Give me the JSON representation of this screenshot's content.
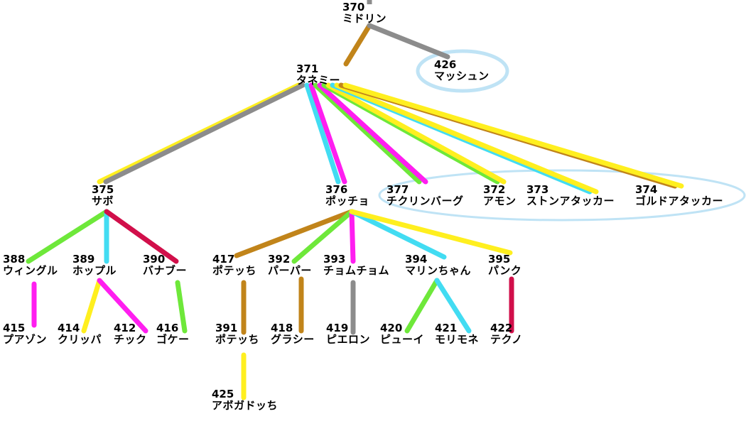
{
  "colors": {
    "yellow": "#ffef1f",
    "gray": "#8c8c8c",
    "brown": "#c1841a",
    "cyan": "#42dcf2",
    "magenta": "#ff1ef0",
    "green": "#6ee83a",
    "crimson": "#d10f4a",
    "ring": "#bfe3f5"
  },
  "nodes": {
    "n370": {
      "num": "370",
      "name": "ミドリン"
    },
    "n371": {
      "num": "371",
      "name": "タネミー"
    },
    "n426": {
      "num": "426",
      "name": "マッシュン"
    },
    "n375": {
      "num": "375",
      "name": "サボ"
    },
    "n376": {
      "num": "376",
      "name": "ポッチョ"
    },
    "n377": {
      "num": "377",
      "name": "チクリンバーグ"
    },
    "n372": {
      "num": "372",
      "name": "アモン"
    },
    "n373": {
      "num": "373",
      "name": "ストンアタッカー"
    },
    "n374": {
      "num": "374",
      "name": "ゴルドアタッカー"
    },
    "n388": {
      "num": "388",
      "name": "ウィングル"
    },
    "n389": {
      "num": "389",
      "name": "ホップル"
    },
    "n390": {
      "num": "390",
      "name": "バナブー"
    },
    "n417": {
      "num": "417",
      "name": "ポテッち"
    },
    "n392": {
      "num": "392",
      "name": "パーパー"
    },
    "n393": {
      "num": "393",
      "name": "チョムチョム"
    },
    "n394": {
      "num": "394",
      "name": "マリンちゃん"
    },
    "n395": {
      "num": "395",
      "name": "パンク"
    },
    "n415": {
      "num": "415",
      "name": "プアゾン"
    },
    "n414": {
      "num": "414",
      "name": "クリッパ"
    },
    "n412": {
      "num": "412",
      "name": "チック"
    },
    "n416": {
      "num": "416",
      "name": "ゴケー"
    },
    "n391": {
      "num": "391",
      "name": "ポテッち"
    },
    "n418": {
      "num": "418",
      "name": "グラシー"
    },
    "n419": {
      "num": "419",
      "name": "ピエロン"
    },
    "n420": {
      "num": "420",
      "name": "ピューイ"
    },
    "n421": {
      "num": "421",
      "name": "モリモネ"
    },
    "n422": {
      "num": "422",
      "name": "テクノ"
    },
    "n425": {
      "num": "425",
      "name": "アボガドッち"
    }
  },
  "edges": [
    {
      "from": "n370",
      "to": "n371",
      "color": "brown"
    },
    {
      "from": "n370",
      "to": "n426",
      "color": "gray"
    },
    {
      "from": "n371",
      "to": "n375",
      "color": "yellow"
    },
    {
      "from": "n371",
      "to": "n375",
      "color": "gray"
    },
    {
      "from": "n371",
      "to": "n376",
      "color": "cyan"
    },
    {
      "from": "n371",
      "to": "n376",
      "color": "magenta"
    },
    {
      "from": "n371",
      "to": "n377",
      "color": "green"
    },
    {
      "from": "n371",
      "to": "n377",
      "color": "magenta"
    },
    {
      "from": "n371",
      "to": "n372",
      "color": "green"
    },
    {
      "from": "n371",
      "to": "n372",
      "color": "yellow"
    },
    {
      "from": "n371",
      "to": "n373",
      "color": "cyan"
    },
    {
      "from": "n371",
      "to": "n373",
      "color": "yellow"
    },
    {
      "from": "n371",
      "to": "n374",
      "color": "brown"
    },
    {
      "from": "n371",
      "to": "n374",
      "color": "yellow"
    },
    {
      "from": "n375",
      "to": "n388",
      "color": "green"
    },
    {
      "from": "n375",
      "to": "n389",
      "color": "cyan"
    },
    {
      "from": "n375",
      "to": "n390",
      "color": "crimson"
    },
    {
      "from": "n376",
      "to": "n417",
      "color": "brown"
    },
    {
      "from": "n376",
      "to": "n392",
      "color": "green"
    },
    {
      "from": "n376",
      "to": "n393",
      "color": "magenta"
    },
    {
      "from": "n376",
      "to": "n394",
      "color": "cyan"
    },
    {
      "from": "n376",
      "to": "n395",
      "color": "yellow"
    },
    {
      "from": "n388",
      "to": "n415",
      "color": "magenta"
    },
    {
      "from": "n389",
      "to": "n414",
      "color": "yellow"
    },
    {
      "from": "n389",
      "to": "n412",
      "color": "magenta"
    },
    {
      "from": "n390",
      "to": "n416",
      "color": "green"
    },
    {
      "from": "n417",
      "to": "n391",
      "color": "brown"
    },
    {
      "from": "n392",
      "to": "n418",
      "color": "brown"
    },
    {
      "from": "n393",
      "to": "n419",
      "color": "gray"
    },
    {
      "from": "n394",
      "to": "n420",
      "color": "green"
    },
    {
      "from": "n394",
      "to": "n421",
      "color": "cyan"
    },
    {
      "from": "n395",
      "to": "n422",
      "color": "crimson"
    },
    {
      "from": "n391",
      "to": "n425",
      "color": "yellow"
    }
  ],
  "highlights": [
    {
      "members": [
        "n426"
      ],
      "color": "ring"
    },
    {
      "members": [
        "n377",
        "n372",
        "n373",
        "n374"
      ],
      "color": "ring"
    }
  ]
}
